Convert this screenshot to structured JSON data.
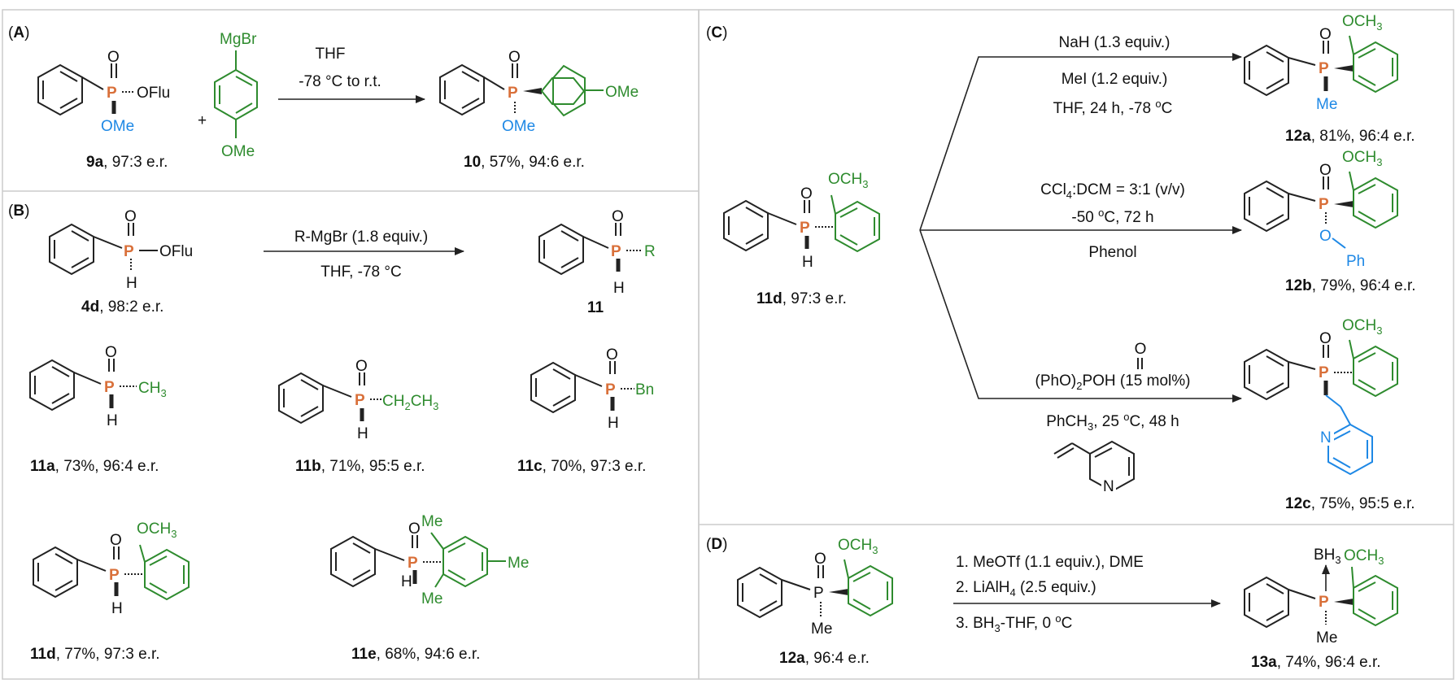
{
  "colors": {
    "black": "#111111",
    "green": "#2e8b2e",
    "blue": "#1e88e5",
    "phosphorus": "#d9703a",
    "border": "#cccccc"
  },
  "panels": {
    "A": {
      "tag_open": "(",
      "tag": "A",
      "tag_close": ")",
      "reagent_top": "MgBr",
      "reagent_bottom": "OMe",
      "plus": "+",
      "conditions": [
        "THF",
        "-78 °C to r.t."
      ],
      "sm": {
        "sub_a": "O",
        "p": "P",
        "oflu": "OFlu",
        "ome": "OMe",
        "label_bold": "9a",
        "label_rest": ", 97:3 e.r."
      },
      "product": {
        "o": "O",
        "p": "P",
        "ome_b": "OMe",
        "ome_g": "OMe",
        "label_bold": "10",
        "label_rest": ", 57%, 94:6 e.r."
      }
    },
    "B": {
      "tag_open": "(",
      "tag": "B",
      "tag_close": ")",
      "conditions": [
        "R-MgBr (1.8 equiv.)",
        "THF, -78 °C"
      ],
      "sm": {
        "o": "O",
        "p": "P",
        "h": "H",
        "oflu": "OFlu",
        "label_bold": "4d",
        "label_rest": ", 98:2 e.r."
      },
      "product": {
        "o": "O",
        "p": "P",
        "h": "H",
        "r": "R",
        "label_bold": "11"
      },
      "items": [
        {
          "sub": "CH3",
          "label_bold": "11a",
          "label_rest": ", 73%, 96:4 e.r."
        },
        {
          "sub": "CH2CH3",
          "label_bold": "11b",
          "label_rest": ", 71%, 95:5 e.r."
        },
        {
          "sub": "Bn",
          "label_bold": "11c",
          "label_rest": ", 70%, 97:3 e.r."
        },
        {
          "sub": "OCH3",
          "label_bold": "11d",
          "label_rest": ", 77%, 97:3 e.r."
        },
        {
          "sub_top": "Me",
          "sub_right": "Me",
          "sub_bottom": "Me",
          "label_bold": "11e",
          "label_rest": ", 68%, 94:6 e.r."
        }
      ]
    },
    "C": {
      "tag_open": "(",
      "tag": "C",
      "tag_close": ")",
      "sm": {
        "o": "O",
        "p": "P",
        "h": "H",
        "och3": "OCH3",
        "label_bold": "11d",
        "label_rest": ", 97:3 e.r."
      },
      "routes": [
        {
          "above": "NaH (1.3 equiv.)",
          "below": [
            "MeI (1.2 equiv.)",
            "THF, 24 h, -78 °C"
          ],
          "product": {
            "och3": "OCH3",
            "sub": "Me",
            "label_bold": "12a",
            "label_rest": ", 81%, 96:4 e.r."
          }
        },
        {
          "above": "CCl4:DCM = 3:1 (v/v)",
          "above2": "-50 °C, 72 h",
          "below": [
            "Phenol"
          ],
          "product": {
            "och3": "OCH3",
            "o": "O",
            "ph": "Ph",
            "label_bold": "12b",
            "label_rest": ", 79%, 96:4 e.r."
          }
        },
        {
          "above_top": "O",
          "above": "(PhO)2POH (15 mol%)",
          "below": [
            "PhCH3, 25 °C, 48 h"
          ],
          "vinyl_n": "N",
          "product": {
            "och3": "OCH3",
            "n": "N",
            "label_bold": "12c",
            "label_rest": ", 75%, 95:5 e.r."
          }
        }
      ]
    },
    "D": {
      "tag_open": "(",
      "tag": "D",
      "tag_close": ")",
      "conditions": [
        "1. MeOTf (1.1 equiv.), DME",
        "2. LiAlH4 (2.5 equiv.)",
        "3. BH3-THF, 0 °C"
      ],
      "sm": {
        "o": "O",
        "p": "P",
        "me": "Me",
        "och3": "OCH3",
        "label_bold": "12a",
        "label_rest": ", 96:4 e.r."
      },
      "product": {
        "bh3": "BH3",
        "p": "P",
        "me": "Me",
        "och3": "OCH3",
        "label_bold": "13a",
        "label_rest": ", 74%, 96:4 e.r."
      }
    }
  }
}
